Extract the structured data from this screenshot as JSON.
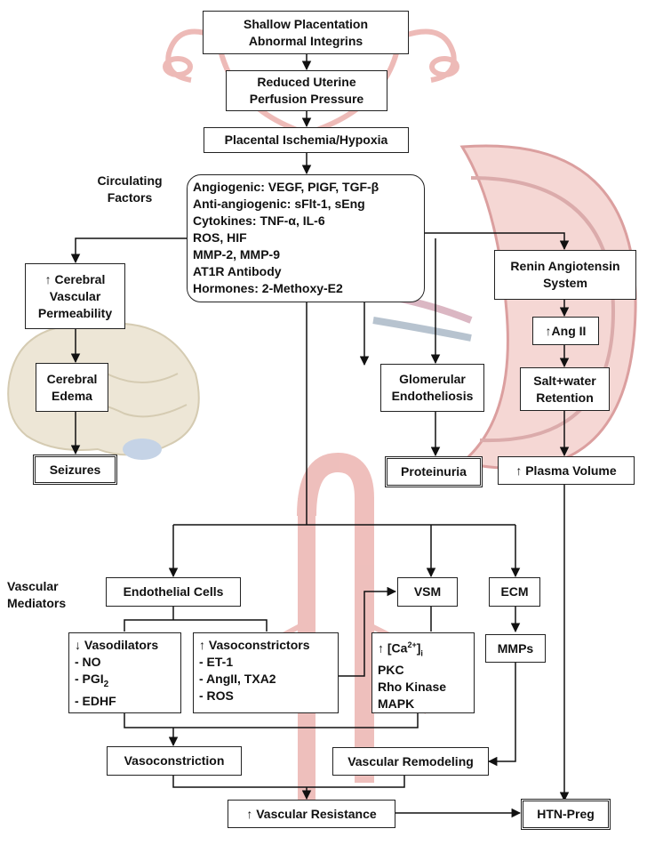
{
  "colors": {
    "line": "#111111",
    "illustration": "#e8a4a0",
    "brain": "#d8cfb8",
    "brain_accent": "#b7c9e0"
  },
  "top": {
    "shallow": [
      "Shallow Placentation",
      "Abnormal Integrins"
    ],
    "reduced": [
      "Reduced Uterine",
      "Perfusion Pressure"
    ],
    "ischemia": "Placental Ischemia/Hypoxia"
  },
  "circulating_label": [
    "Circulating",
    "Factors"
  ],
  "factors": [
    "Angiogenic: VEGF, PIGF, TGF-β",
    "Anti-angiogenic: sFlt-1, sEng",
    "Cytokines: TNF-α, IL-6",
    "ROS, HIF",
    "MMP-2, MMP-9",
    "AT1R Antibody",
    "Hormones: 2-Methoxy-E2"
  ],
  "cerebral": {
    "permeability": [
      "↑ Cerebral",
      "Vascular",
      "Permeability"
    ],
    "edema": [
      "Cerebral",
      "Edema"
    ],
    "seizures": "Seizures"
  },
  "renal": {
    "glomerular": [
      "Glomerular",
      "Endotheliosis"
    ],
    "proteinuria": "Proteinuria",
    "ras": [
      "Renin Angiotensin",
      "System"
    ],
    "ang2": "↑Ang II",
    "salt": [
      "Salt+water",
      "Retention"
    ],
    "plasma": "↑ Plasma Volume"
  },
  "vascular_label": [
    "Vascular",
    "Mediators"
  ],
  "vascular": {
    "endothelial": "Endothelial Cells",
    "vsm": "VSM",
    "ecm": "ECM",
    "vasodilators_title": "↓ Vasodilators",
    "vasodilators": [
      "- NO",
      "- PGI2",
      "- EDHF"
    ],
    "vasoconstrictors_title": "↑ Vasoconstrictors",
    "vasoconstrictors": [
      "- ET-1",
      "- AngII, TXA2",
      "- ROS"
    ],
    "vsm_items": [
      "↑ [Ca2+]i",
      "PKC",
      "Rho Kinase",
      "MAPK"
    ],
    "mmps": "MMPs",
    "vasoconstriction": "Vasoconstriction",
    "remodeling": "Vascular Remodeling",
    "resistance": "↑ Vascular Resistance",
    "htn": "HTN-Preg"
  }
}
